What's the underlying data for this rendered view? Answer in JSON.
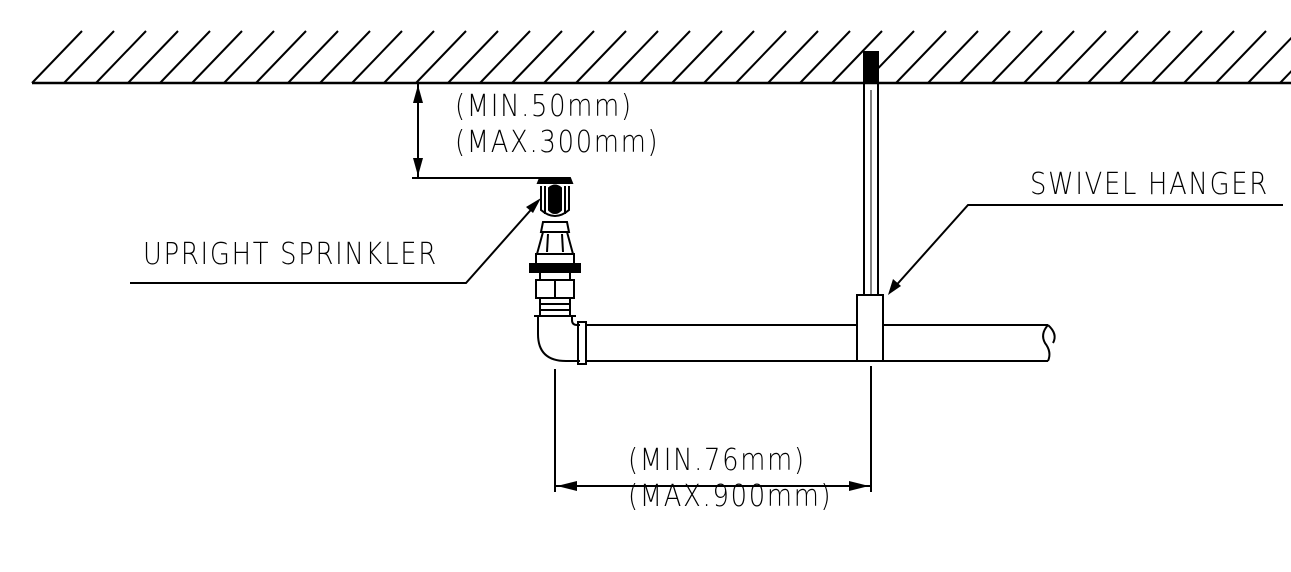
{
  "labels": {
    "clearance_min": "(MIN.50mm)",
    "clearance_max": "(MAX.300mm)",
    "sprinkler": "UPRIGHT SPRINKLER",
    "hanger": "SWIVEL HANGER",
    "spacing_min": "(MIN.76mm)",
    "spacing_max": "(MAX.900mm)"
  },
  "colors": {
    "line": "#000000",
    "background": "#ffffff"
  }
}
